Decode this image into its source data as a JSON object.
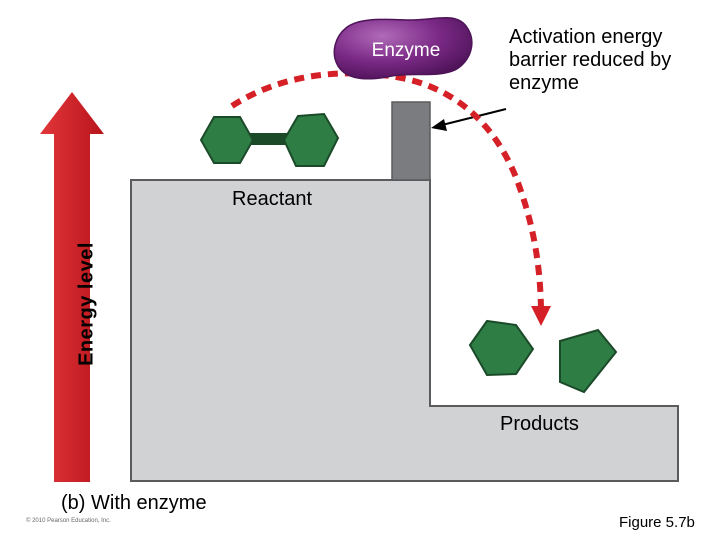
{
  "diagram": {
    "enzyme_label": "Enzyme",
    "activation_note": "Activation energy barrier reduced by enzyme",
    "reactant_label": "Reactant",
    "products_label": "Products",
    "axis_label": "Energy level",
    "panel_caption": "(b) With enzyme",
    "copyright": "© 2010 Pearson Education, Inc.",
    "figure_number": "Figure 5.7b"
  },
  "colors": {
    "arrow_red": "#d42026",
    "enzyme_purple": "#7b2a86",
    "molecule_green": "#2e7d45",
    "block_gray": "#d1d2d4",
    "barrier_gray": "#7b7c7f"
  }
}
